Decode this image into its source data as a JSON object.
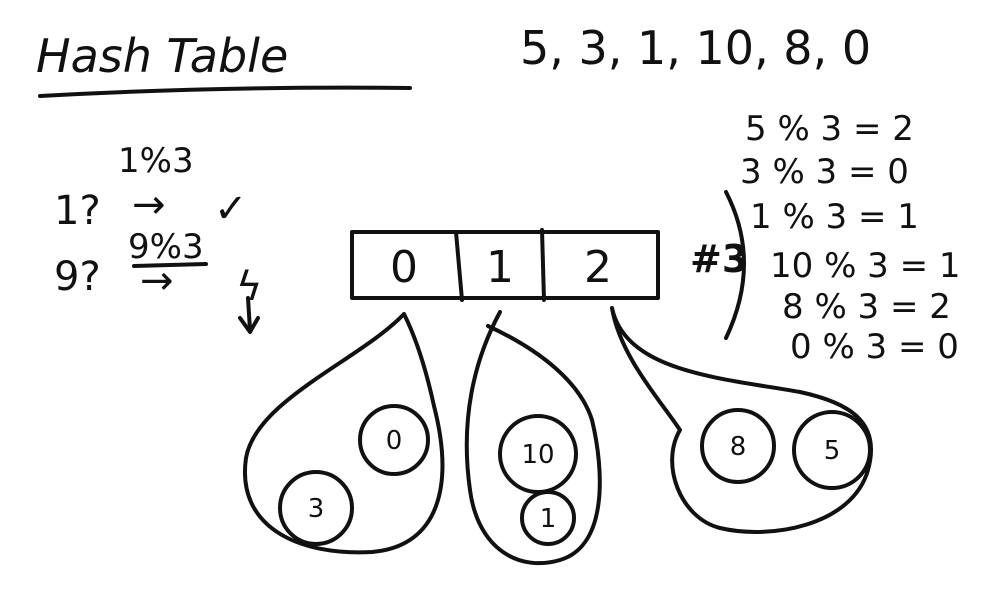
{
  "title": "Hash Table",
  "input_sequence": "5, 3, 1, 10, 8, 0",
  "divisor_label": "#3",
  "calculations": [
    "5 % 3 = 2",
    "3 % 3 = 0",
    "1 % 3 = 1",
    "10 % 3 = 1",
    "8 % 3 = 2",
    "0 % 3 = 0"
  ],
  "lookups": [
    {
      "query": "1?",
      "expression": "1%3",
      "arrow": "→",
      "result": "✓"
    },
    {
      "query": "9?",
      "expression": "9%3",
      "arrow": "→",
      "result": "ϟ"
    }
  ],
  "buckets": [
    {
      "index": "0",
      "items": [
        "0",
        "3"
      ]
    },
    {
      "index": "1",
      "items": [
        "10",
        "1"
      ]
    },
    {
      "index": "2",
      "items": [
        "8",
        "5"
      ]
    }
  ],
  "colors": {
    "ink": "#111111",
    "background": "#ffffff"
  }
}
